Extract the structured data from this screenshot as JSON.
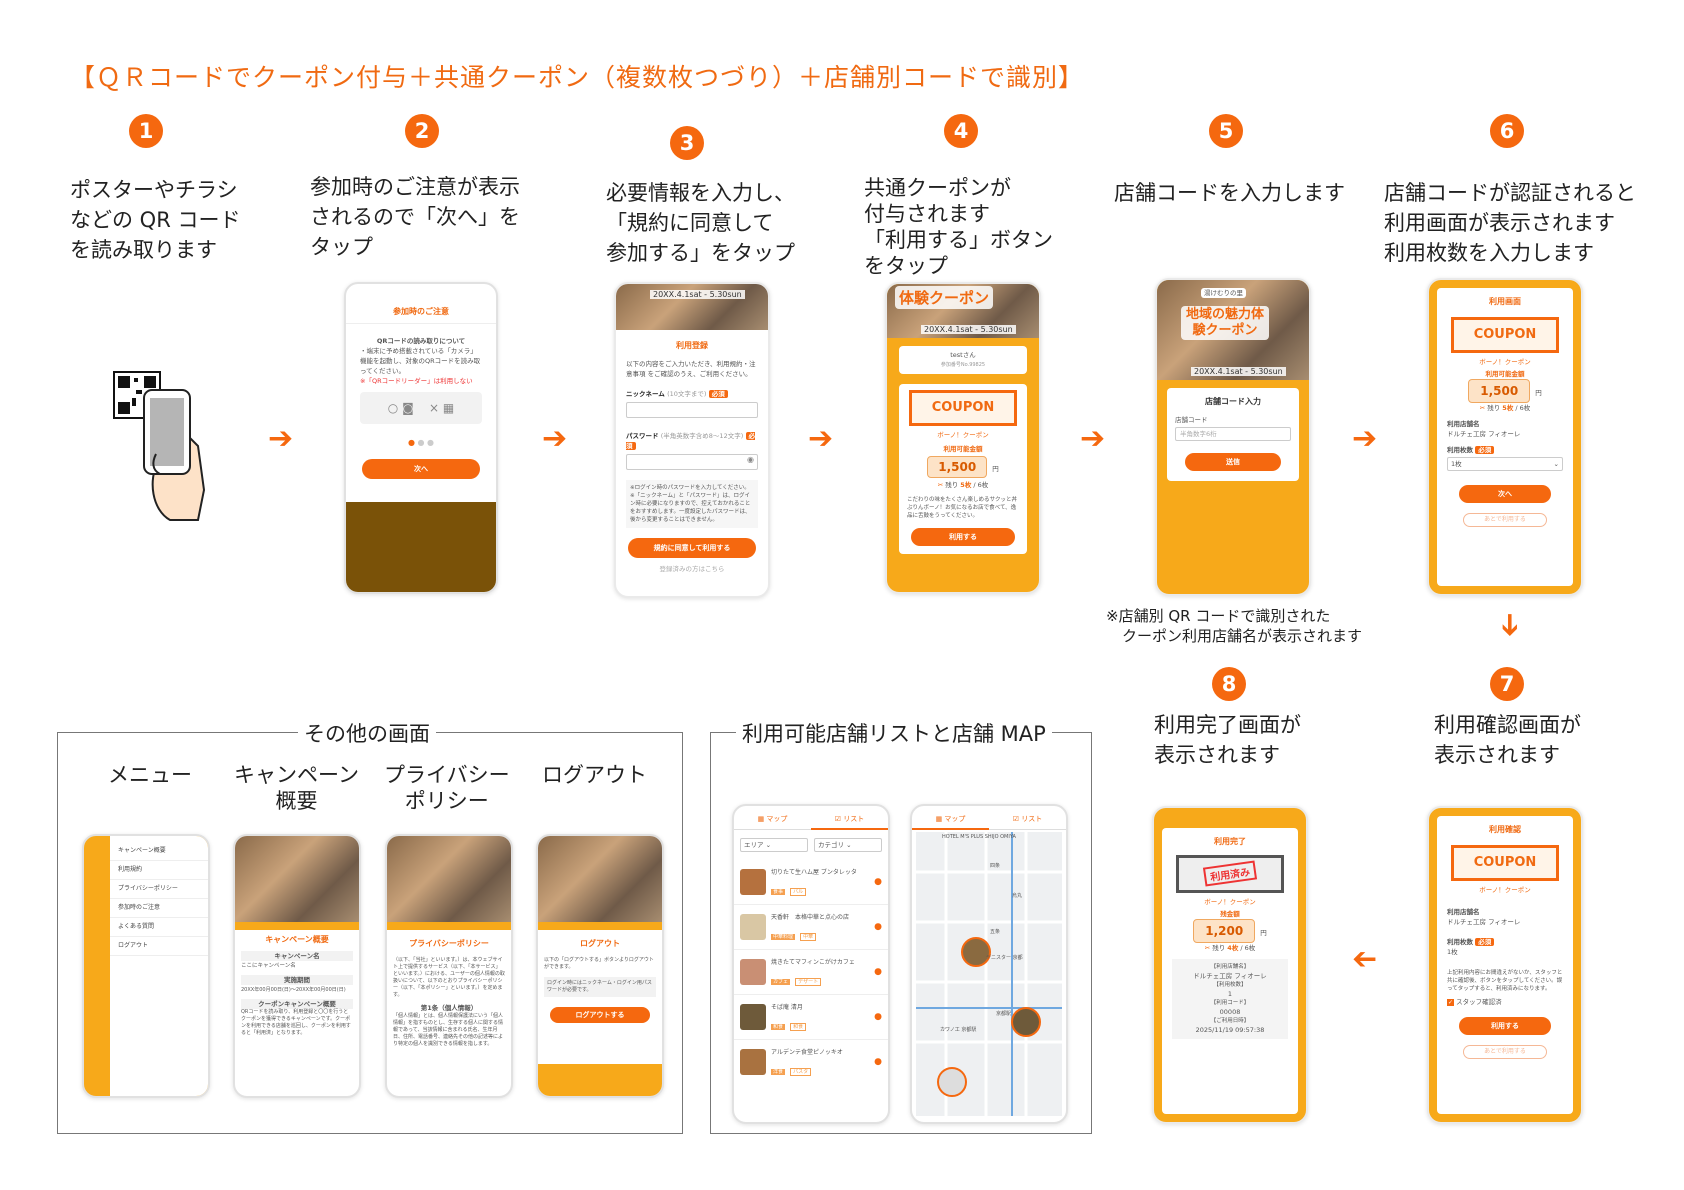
{
  "title": "【ＱＲコードでクーポン付与＋共通クーポン（複数枚つづり）＋店舗別コードで識別】",
  "steps": [
    {
      "num": "1",
      "lines": [
        "ポスターやチラシ",
        "などの QR コード",
        "を読み取ります"
      ]
    },
    {
      "num": "2",
      "lines": [
        "参加時のご注意が表示",
        "されるので「次へ」を",
        "タップ"
      ]
    },
    {
      "num": "3",
      "lines": [
        "必要情報を入力し、",
        "「規約に同意して",
        "参加する」をタップ"
      ]
    },
    {
      "num": "4",
      "lines": [
        "共通クーポンが",
        "付与されます",
        "「利用する」ボタン",
        "をタップ"
      ]
    },
    {
      "num": "5",
      "lines": [
        "店舗コードを入力します"
      ]
    },
    {
      "num": "6",
      "lines": [
        "店舗コードが認証されると",
        "利用画面が表示されます",
        "利用枚数を入力します"
      ]
    },
    {
      "num": "7",
      "lines": [
        "利用確認画面が",
        "表示されます"
      ]
    },
    {
      "num": "8",
      "lines": [
        "利用完了画面が",
        "表示されます"
      ]
    }
  ],
  "note": [
    "※店舗別 QR コードで識別された",
    "クーポン利用店舗名が表示されます"
  ],
  "screen2": {
    "header": "参加時のご注意",
    "subtitle": "QRコードの読み取りについて",
    "body": "・端末に予め搭載されている「カメラ」機能を起動し、対象のQRコードを読み取ってください。",
    "warning": "※「QRコードリーダー」は利用しない",
    "button": "次へ"
  },
  "screen3": {
    "banner_date": "20XX.4.1sat - 5.30sun",
    "header": "利用登録",
    "intro": "以下の内容をご入力いただき、利用規約・注意事項 をご確認のうえ、ご利用ください。",
    "nickname_label": "ニックネーム",
    "nickname_hint": "(10文字まで)",
    "password_label": "パスワード",
    "password_hint": "(半角英数字含め8〜12文字)",
    "required": "必須",
    "notice": "※ログイン時のパスワードを入力してください。※「ニックネーム」と「パスワード」は、ログイン時に必要になりますので、控えておかれることをおすすめします。一度設定したパスワードは、後から変更することはできません。",
    "button": "規約に同意して利用する",
    "link": "登録済みの方はこちら"
  },
  "screen4": {
    "banner_title": "体験クーポン",
    "banner_date": "20XX.4.1sat - 5.30sun",
    "user": "testさん",
    "user_id": "参加番号No.99825",
    "coupon": "COUPON",
    "coupon_name": "ボーノ！クーポン",
    "amount_label": "利用可能金額",
    "amount": "1,500",
    "yen": "円",
    "remain_label": "残り",
    "remain": "5枚",
    "total": "/ 6枚",
    "desc": "こだわりの味をたくさん楽しめるサクッと丼ぶりんボーノ！お気になるお店で食べて、逸品に舌鼓をうってください。",
    "button": "利用する"
  },
  "screen5": {
    "brand": "湯けむりの里",
    "banner_title": "地域の魅力体験クーポン",
    "banner_date": "20XX.4.1sat - 5.30sun",
    "header": "店舗コード入力",
    "label": "店舗コード",
    "placeholder": "半角数字6桁",
    "button": "送信"
  },
  "screen6": {
    "header": "利用画面",
    "coupon": "COUPON",
    "coupon_name": "ボーノ！クーポン",
    "amount_label": "利用可能金額",
    "amount": "1,500",
    "yen": "円",
    "remain_label": "残り",
    "remain": "5枚",
    "total": "/ 6枚",
    "store_label": "利用店舗名",
    "store": "ドルチェ工房 フィオーレ",
    "count_label": "利用枚数",
    "required": "必須",
    "count_value": "1枚",
    "button": "次へ",
    "secondary": "あとで利用する"
  },
  "screen7": {
    "header": "利用確認",
    "coupon": "COUPON",
    "coupon_name": "ボーノ！クーポン",
    "store_label": "利用店舗名",
    "store": "ドルチェ工房 フィオーレ",
    "count_label": "利用枚数",
    "required": "必須",
    "count": "1枚",
    "notice": "上記利用内容にお間違えがないか、スタッフと共に確認後、ボタンをタップしてください。誤ってタップすると、利用済みになります。",
    "checkbox": "スタッフ確認済",
    "button": "利用する",
    "secondary": "あとで利用する"
  },
  "screen8": {
    "header": "利用完了",
    "stamp": "利用済み",
    "coupon_name": "ボーノ！クーポン",
    "amount_label": "残金額",
    "amount": "1,200",
    "yen": "円",
    "remain_label": "残り",
    "remain": "4枚",
    "total": "/ 6枚",
    "store_label": "【利用店舗名】",
    "store": "ドルチェ工房 フィオーレ",
    "count_label": "【利用枚数】",
    "count": "1",
    "code_label": "【利用コード】",
    "code": "00008",
    "date_label": "【ご利用日時】",
    "date": "2025/11/19 09:57:38"
  },
  "other": {
    "title": "その他の画面",
    "menu_title": "メニュー",
    "menu_items": [
      "キャンペーン概要",
      "利用規約",
      "プライバシーポリシー",
      "参加時のご注意",
      "よくある質問",
      "ログアウト"
    ],
    "campaign_title": [
      "キャンペーン",
      "概要"
    ],
    "campaign_header": "キャンペーン概要",
    "campaign_name_label": "キャンペーン名",
    "campaign_name": "ここにキャンペーン名",
    "campaign_period_label": "実施期間",
    "campaign_period": "20XX年00月00日(日)〜20XX年00月00日(日)",
    "campaign_about_label": "クーポンキャンペーン概要",
    "campaign_about": "QRコードを読み取り、利用登録と〇〇を行うとクーポンを獲得できるキャンペーンです。クーポンを利用できる店舗を巡回し、クーポンを利用すると「利用済」となります。",
    "privacy_title": [
      "プライバシー",
      "ポリシー"
    ],
    "privacy_header": "プライバシーポリシー",
    "privacy_body": "（以下、「当社」といいます。）は、本ウェブサイト上で提供するサービス（以下、「本サービス」といいます。）における、ユーザーの個人情報の取扱いについて、以下のとおりプライバシーポリシー（以下、「本ポリシー」といいます。）を定めます。",
    "privacy_article": "第1条（個人情報）",
    "privacy_article_body": "「個人情報」とは、個人情報保護法にいう「個人情報」を指すものとし、生存する個人に関する情報であって、当該情報に含まれる氏名、生年月日、住所、電話番号、連絡先その他の記述等により特定の個人を識別できる情報を指します。",
    "logout_title": "ログアウト",
    "logout_header": "ログアウト",
    "logout_body": "以下の「ログアウトする」ボタンよりログアウトができます。",
    "logout_notice": "ログイン時にはニックネーム・ログイン用パスワードが必要です。",
    "logout_button": "ログアウトする"
  },
  "stores": {
    "title": "利用可能店舗リストと店舗 MAP",
    "tab_map": "マップ",
    "tab_list": "リスト",
    "filter_area": "エリア",
    "filter_category": "カテゴリ",
    "items": [
      {
        "name": "切りたて生ハム屋 ブンタレッタ",
        "tags": [
          "食事",
          "バル"
        ]
      },
      {
        "name": "天香軒　本格中華と点心の店",
        "tags": [
          "中華料理",
          "中華"
        ]
      },
      {
        "name": "焼きたてマフィンこがけカフェ",
        "tags": [
          "カフェ",
          "デザート"
        ]
      },
      {
        "name": "そば庵 清月",
        "tags": [
          "和食",
          "和食"
        ]
      },
      {
        "name": "アルデンテ食堂ピノッキオ",
        "tags": [
          "洋食",
          "パスタ"
        ]
      }
    ],
    "map_labels": [
      "HOTEL M'S PLUS SHIJO OMIYA",
      "四条",
      "烏丸",
      "五条",
      "デニスター 京都",
      "京都駅",
      "カワノ工 京都駅"
    ]
  },
  "colors": {
    "accent": "#f5680f",
    "title": "#f06a12",
    "phone_orange": "#f7a91a"
  }
}
